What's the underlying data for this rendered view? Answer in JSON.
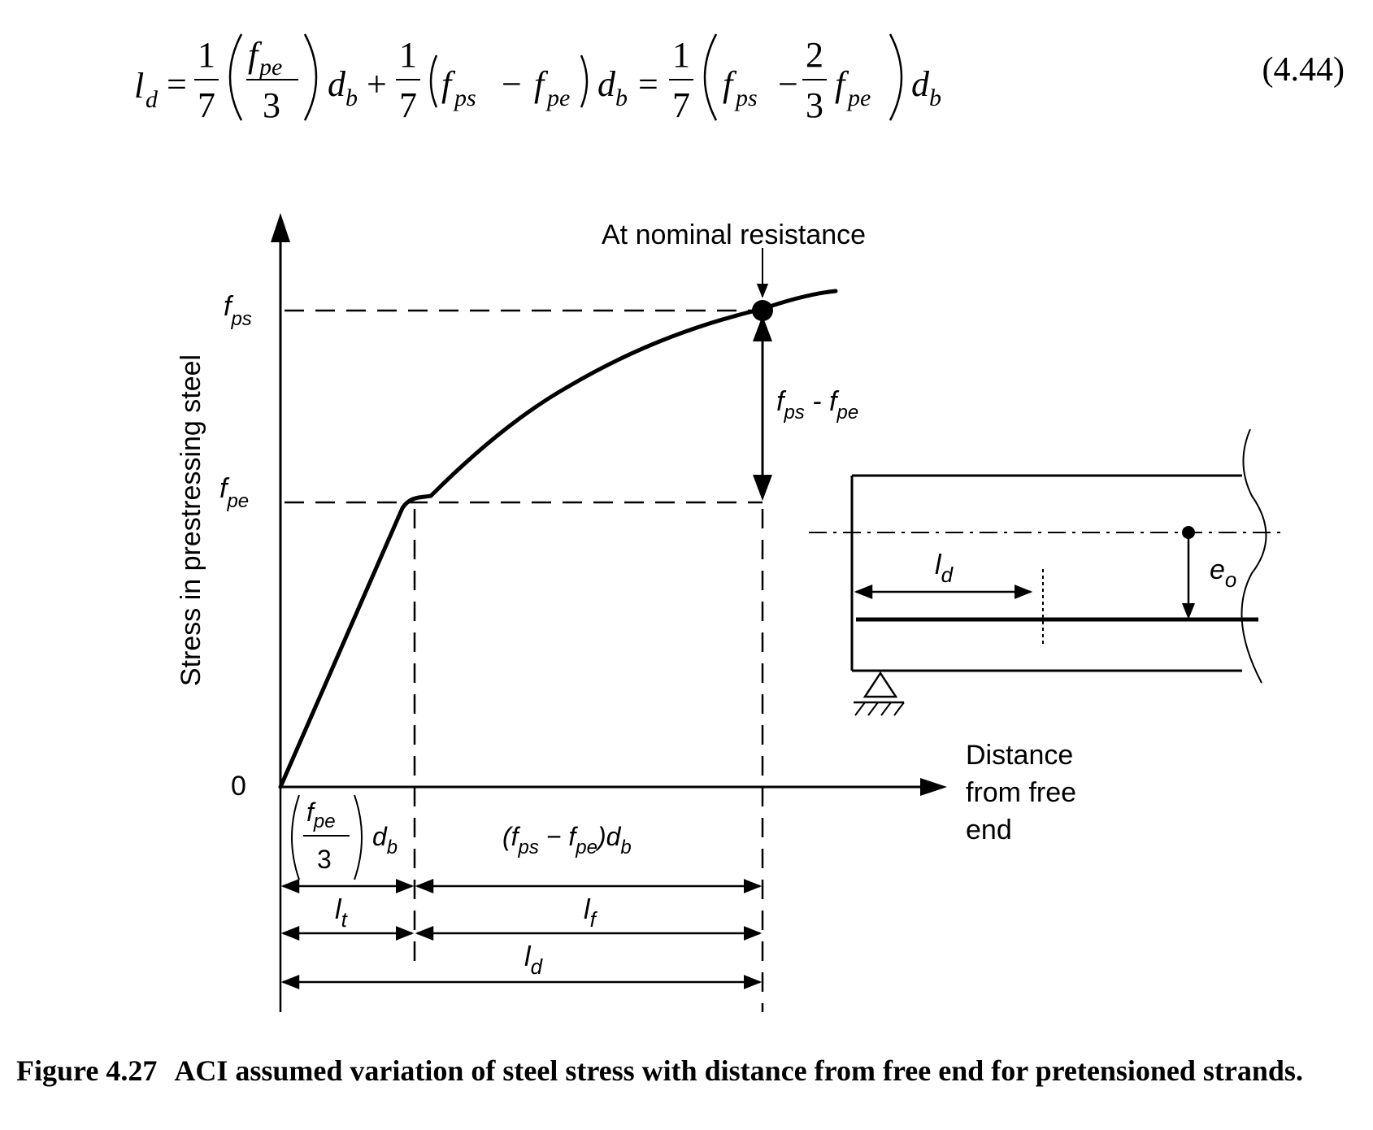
{
  "equation": {
    "lhs": "l",
    "lhs_sub": "d",
    "one": "1",
    "seven": "7",
    "three": "3",
    "two": "2",
    "f": "f",
    "sub_pe": "pe",
    "sub_ps": "ps",
    "d": "d",
    "sub_b": "b",
    "equals": "=",
    "plus": "+",
    "minus": "−",
    "number": "(4.44)"
  },
  "figure": {
    "y_axis_label": "Stress in prestressing steel",
    "x_axis_label_lines": [
      "Distance",
      "from free",
      "end"
    ],
    "annotation_nominal": "At nominal resistance",
    "y_tick_zero": "0",
    "tick_fps_main": "f",
    "tick_fps_sub": "ps",
    "tick_fpe_main": "f",
    "tick_fpe_sub": "pe",
    "diff_label_f1": "f",
    "diff_label_s1": "ps",
    "diff_label_mid": " - f",
    "diff_label_s2": "pe",
    "lt_main": "l",
    "lt_sub": "t",
    "lf_main": "l",
    "lf_sub": "f",
    "ld_main": "l",
    "ld_sub": "d",
    "seg1_f": "f",
    "seg1_sub": "pe",
    "seg1_den": "3",
    "seg1_d": "d",
    "seg1_dsub": "b",
    "seg2_open": "(f",
    "seg2_s1": "ps",
    "seg2_mid": " − f",
    "seg2_s2": "pe",
    "seg2_close": ")d",
    "seg2_s3": "b",
    "inset_ld_main": "l",
    "inset_ld_sub": "d",
    "inset_eo_main": "e",
    "inset_eo_sub": "o"
  },
  "caption": {
    "number": "Figure 4.27",
    "text": "ACI assumed variation of steel stress with distance from free end for pretensioned strands."
  }
}
